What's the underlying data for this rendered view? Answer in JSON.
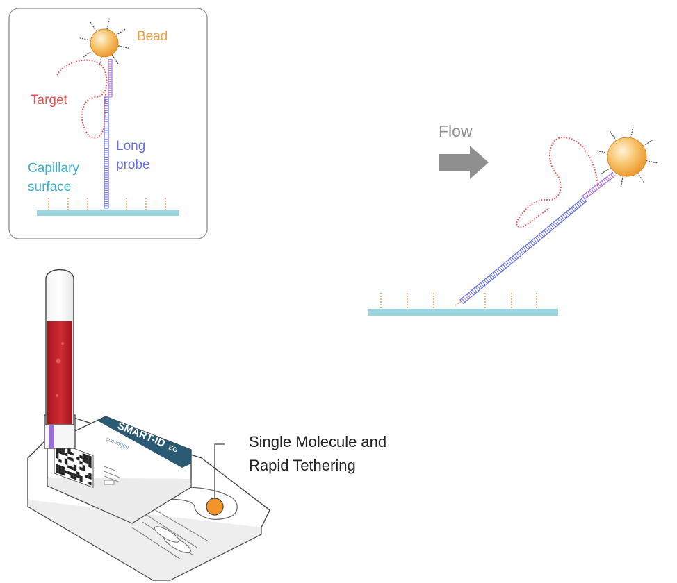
{
  "inset": {
    "labels": {
      "bead": "Bead",
      "target": "Target",
      "long_probe_1": "Long",
      "long_probe_2": "probe",
      "surface_1": "Capillary",
      "surface_2": "surface"
    }
  },
  "flow": {
    "label": "Flow"
  },
  "device": {
    "brand": "SMART-ID",
    "brand_suffix": "EG",
    "maker": "scenogen",
    "callout_1": "Single Molecule and",
    "callout_2": "Rapid Tethering"
  },
  "colors": {
    "bead": "#f0a043",
    "target": "#ee4f52",
    "probe": "#6a72e6",
    "probe_tip": "#b07be0",
    "surface": "#9bd6e0",
    "capture": "#f3b07b",
    "flow_arrow": "#8f8f8f",
    "device_header": "#2a5a73",
    "blood": "#c4252c",
    "marker": "#f29427"
  }
}
